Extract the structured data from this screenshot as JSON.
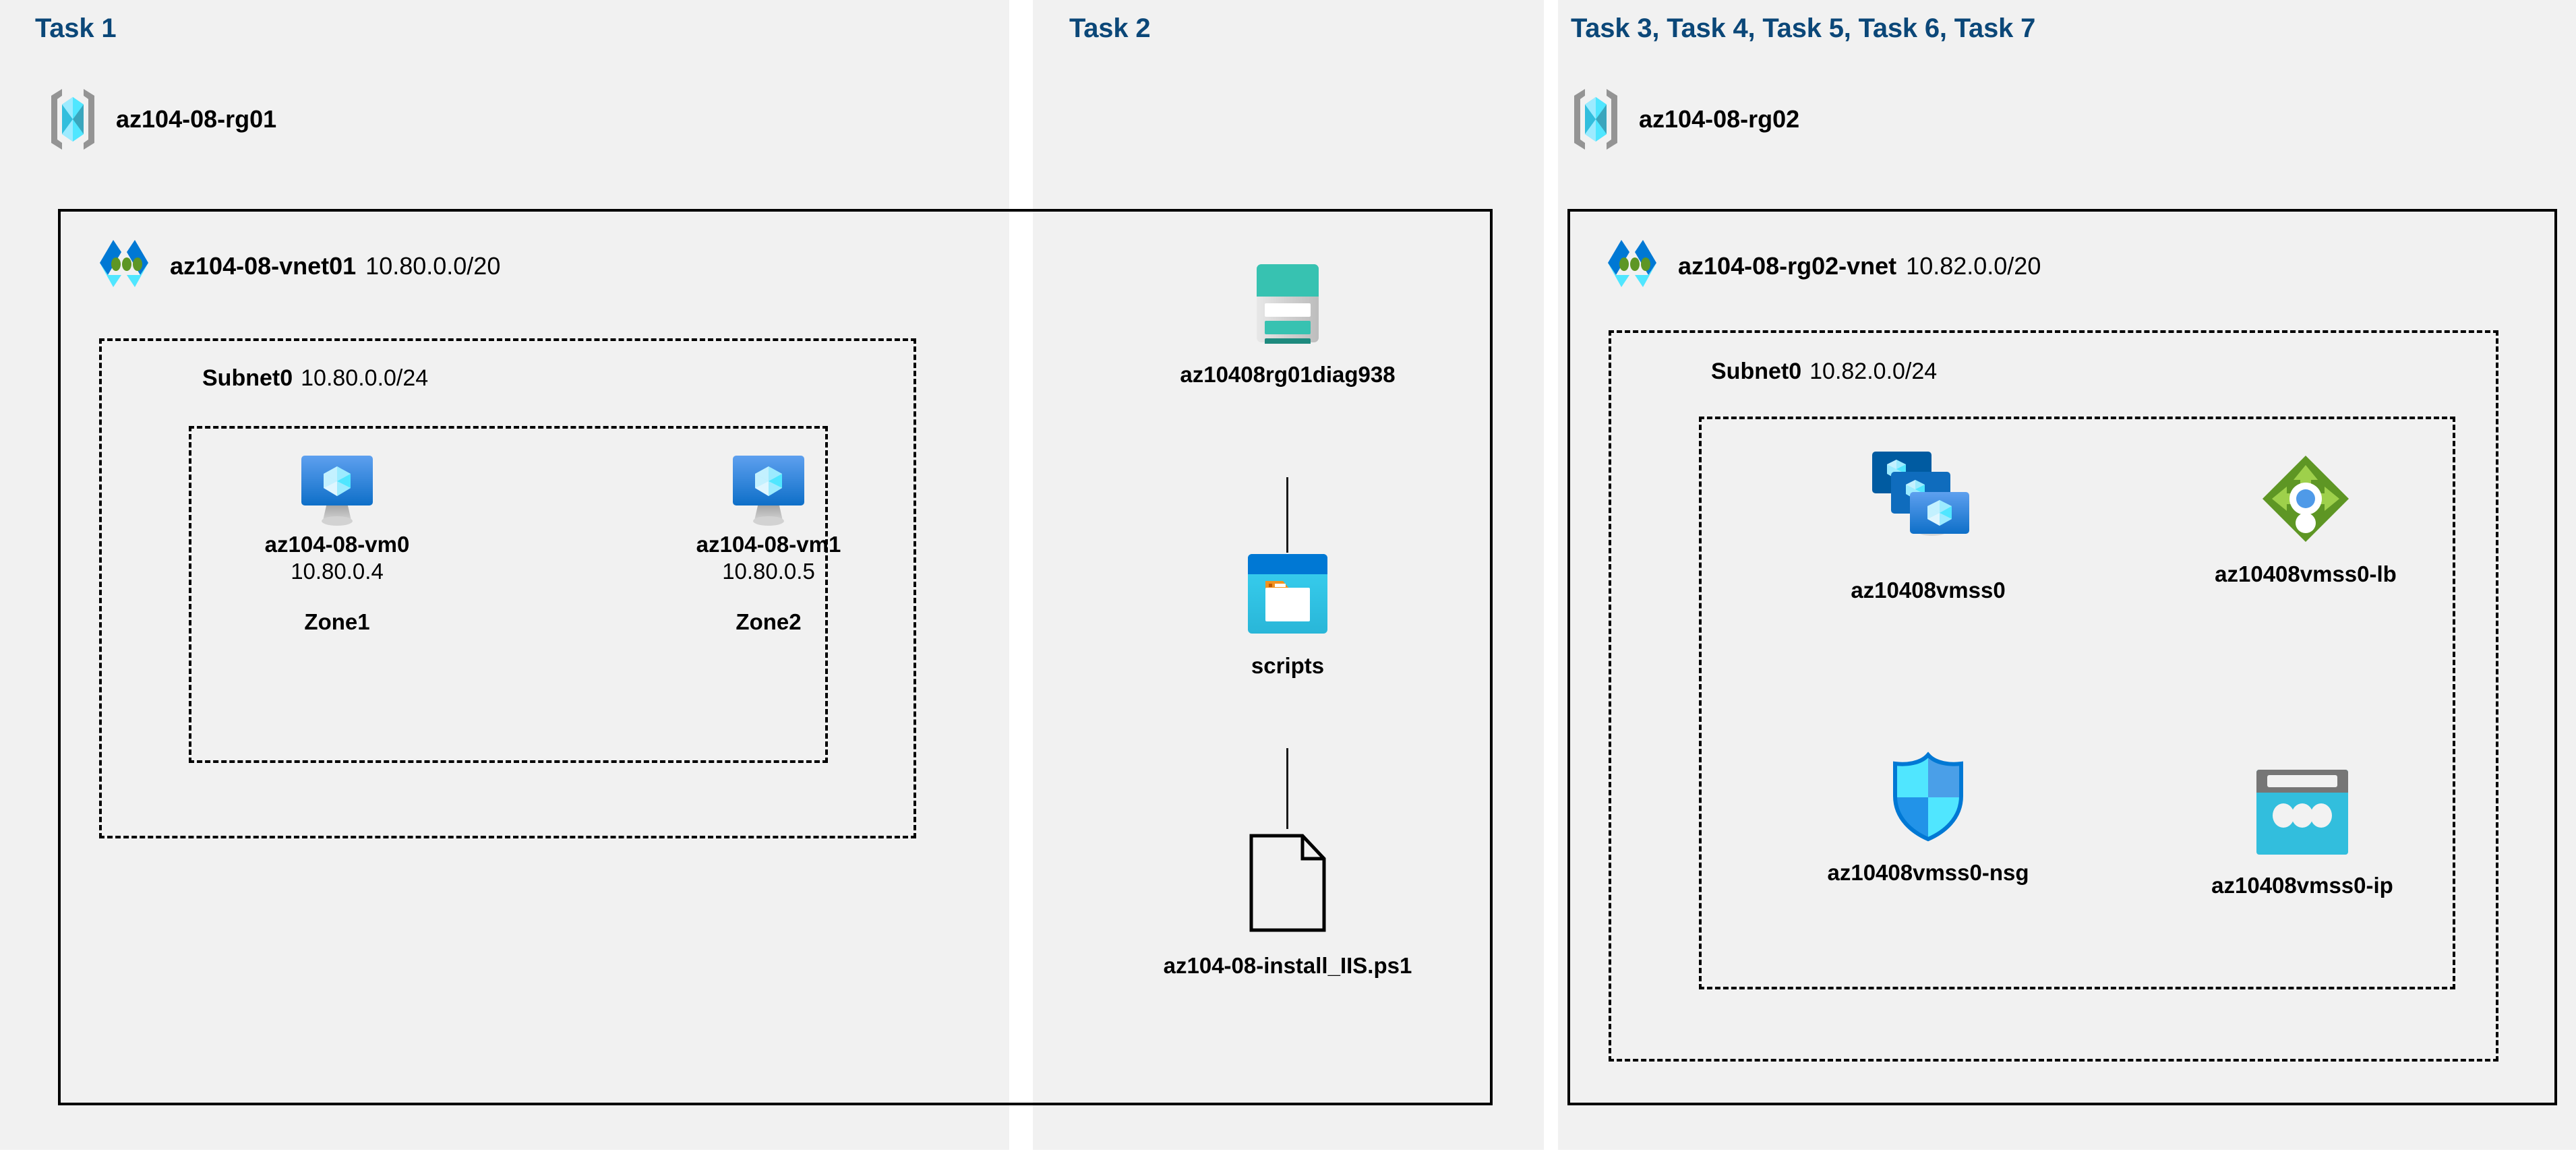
{
  "panels": [
    {
      "id": "task1",
      "heading": "Task 1"
    },
    {
      "id": "task2",
      "heading": "Task 2"
    },
    {
      "id": "task3",
      "heading": "Task 3, Task 4, Task 5, Task 6, Task 7"
    }
  ],
  "resource_groups": [
    {
      "name": "az104-08-rg01",
      "icon": "resource-group-icon"
    },
    {
      "name": "az104-08-rg02",
      "icon": "resource-group-icon"
    }
  ],
  "vnets": [
    {
      "name": "az104-08-vnet01",
      "cidr": "10.80.0.0/20",
      "icon": "virtual-network-icon"
    },
    {
      "name": "az104-08-rg02-vnet",
      "cidr": "10.82.0.0/20",
      "icon": "virtual-network-icon"
    }
  ],
  "subnets": [
    {
      "name": "Subnet0",
      "cidr": "10.80.0.0/24"
    },
    {
      "name": "Subnet0",
      "cidr": "10.82.0.0/24"
    }
  ],
  "nodes": {
    "vm0": {
      "label": "az104-08-vm0",
      "ip": "10.80.0.4",
      "zone": "Zone1",
      "icon": "virtual-machine-icon"
    },
    "vm1": {
      "label": "az104-08-vm1",
      "ip": "10.80.0.5",
      "zone": "Zone2",
      "icon": "virtual-machine-icon"
    },
    "storage": {
      "label": "az10408rg01diag938",
      "icon": "storage-account-icon"
    },
    "blob": {
      "label": "scripts",
      "icon": "blob-container-icon"
    },
    "file": {
      "label": "az104-08-install_IIS.ps1",
      "icon": "file-icon"
    },
    "vmss": {
      "label": "az10408vmss0",
      "icon": "vm-scale-set-icon"
    },
    "lb": {
      "label": "az10408vmss0-lb",
      "icon": "load-balancer-icon"
    },
    "nsg": {
      "label": "az10408vmss0-nsg",
      "icon": "network-security-group-icon"
    },
    "ip": {
      "label": "az10408vmss0-ip",
      "icon": "public-ip-address-icon"
    }
  },
  "colors": {
    "task_heading": "#0b4778",
    "panel_background": "#f1f1f1",
    "page_background": "#ffffff",
    "border": "#000000",
    "azure_blue": "#0078d4",
    "azure_cyan": "#50e6ff",
    "storage_teal": "#37c2b1",
    "storage_teal_dark": "#1e8a7e",
    "lb_green": "#5e9624",
    "lb_green_light": "#9ed04b",
    "public_ip_gray": "#767676",
    "public_ip_cyan": "#32bedd",
    "folder_orange": "#f2921d"
  }
}
